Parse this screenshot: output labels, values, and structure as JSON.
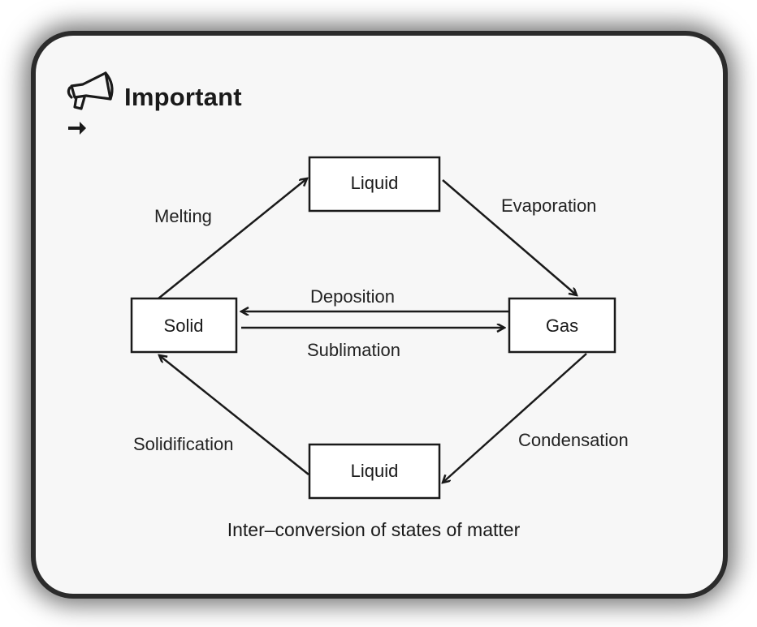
{
  "header": {
    "title": "Important",
    "icon": "megaphone-icon"
  },
  "nodes": {
    "liquid_top": "Liquid",
    "solid": "Solid",
    "gas": "Gas",
    "liquid_bottom": "Liquid"
  },
  "edges": {
    "melting": "Melting",
    "evaporation": "Evaporation",
    "deposition": "Deposition",
    "sublimation": "Sublimation",
    "condensation": "Condensation",
    "solidification": "Solidification"
  },
  "caption": "Inter–conversion of states of matter"
}
